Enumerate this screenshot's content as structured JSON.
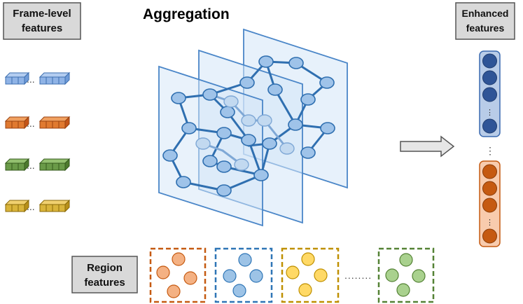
{
  "labels": {
    "frame_level": [
      "Frame-level",
      "features"
    ],
    "aggregation": "Aggregation",
    "enhanced": [
      "Enhanced",
      "features"
    ],
    "region": [
      "Region",
      "features"
    ]
  },
  "colors": {
    "blue": "#6f9bd8",
    "orange": "#d9661e",
    "green": "#5a8a3a",
    "gold": "#c9a21a",
    "graph_edge": "#2f6fb0",
    "graph_node": "#9fc3e9",
    "plane_fill": "#d3e6f7",
    "plane_stroke": "#4a86c8",
    "label_box": "#d9d9d9"
  },
  "icons": {
    "ellipsis": "...",
    "vertical_dots": "⋮",
    "arrow": "right-arrow-icon"
  }
}
